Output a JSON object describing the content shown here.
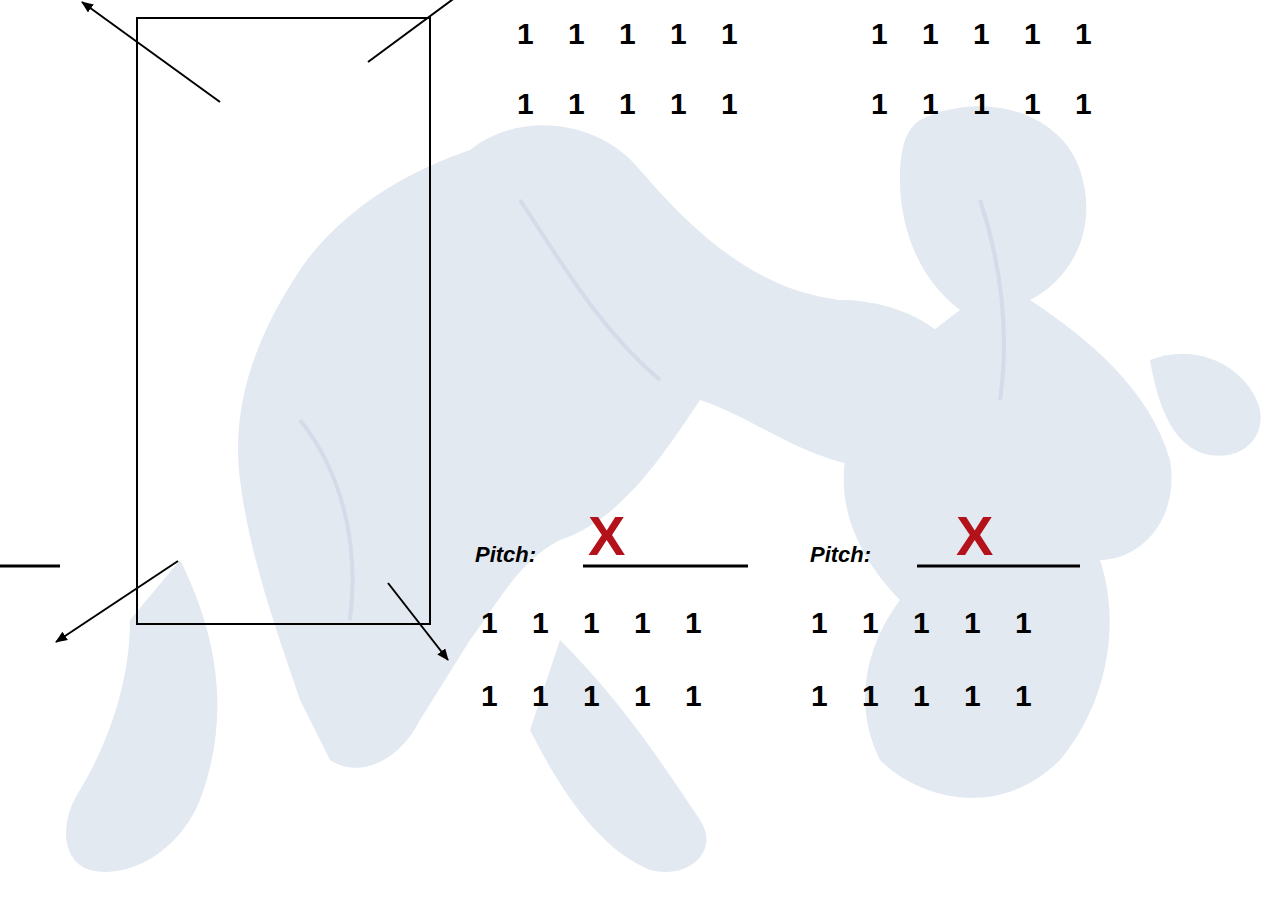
{
  "diagram": {
    "labels": [
      "1 1 1 1 1",
      "1 1 1 1 1",
      "1 1 1 1 1",
      "1 1 1 1 1",
      "Pitch:",
      "X",
      "Pitch:",
      "X",
      "1 1 1 1 1",
      "1 1 1 1 1",
      "1 1 1 1 1",
      "1 1 1 1 1"
    ]
  }
}
